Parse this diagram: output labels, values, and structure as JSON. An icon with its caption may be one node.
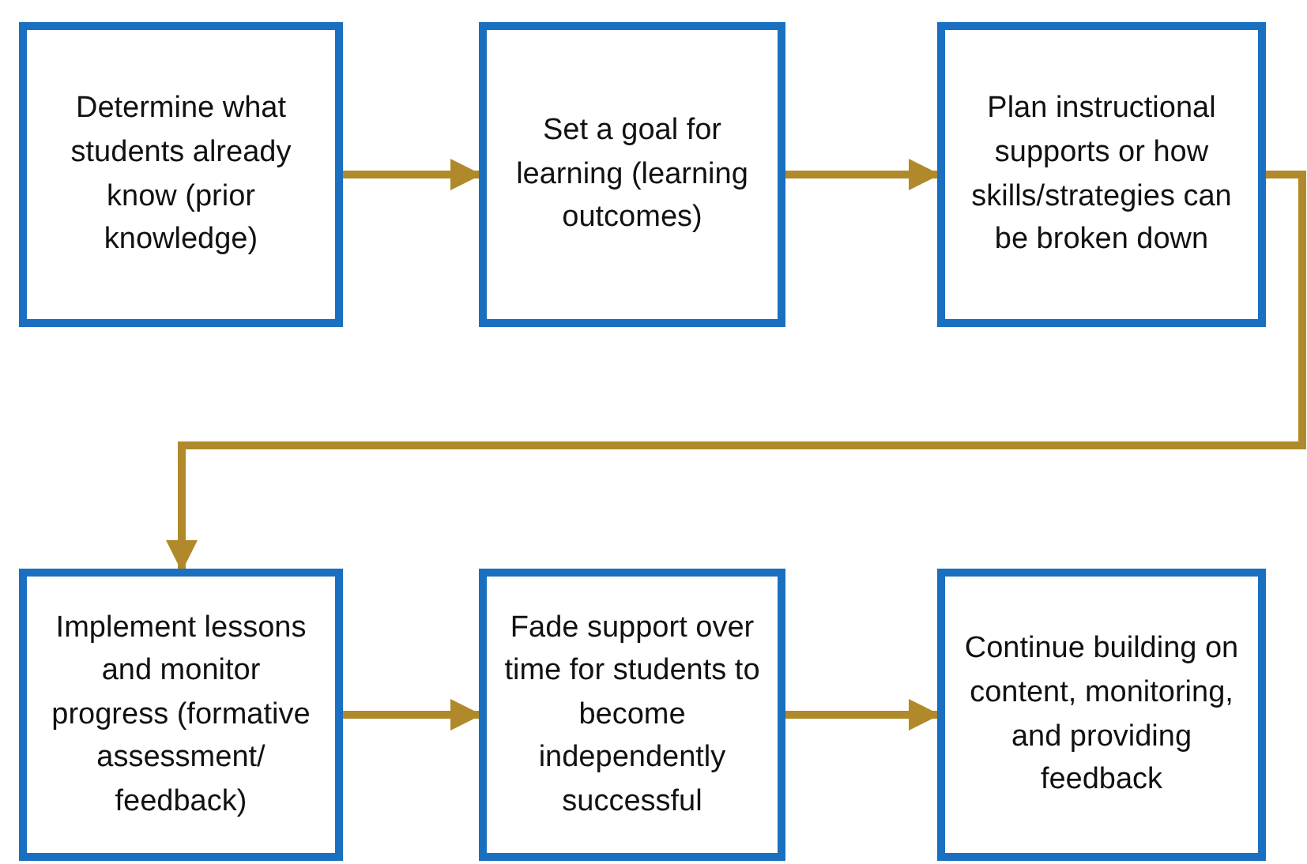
{
  "diagram": {
    "nodes": [
      {
        "text": [
          "Determine what students already know (prior knowledge)"
        ]
      },
      {
        "text": [
          "Set a goal for learning (learning outcomes)"
        ]
      },
      {
        "text": [
          "Plan instructional supports or how skills/strategies can be broken down"
        ]
      },
      {
        "text": [
          "Implement lessons and monitor progress (formative assessment/ feedback)"
        ]
      },
      {
        "text": [
          "Fade support over time for students to become independently successful"
        ]
      },
      {
        "text": [
          "Continue building on content, monitoring, and providing feedback"
        ]
      }
    ],
    "edges": [
      {
        "from": 0,
        "to": 1,
        "arrow": "to"
      },
      {
        "from": 1,
        "to": 2,
        "arrow": "to"
      },
      {
        "from": 2,
        "to": 3,
        "arrow": "to"
      },
      {
        "from": 3,
        "to": 4,
        "arrow": "to"
      },
      {
        "from": 4,
        "to": 5,
        "arrow": "to"
      }
    ]
  }
}
